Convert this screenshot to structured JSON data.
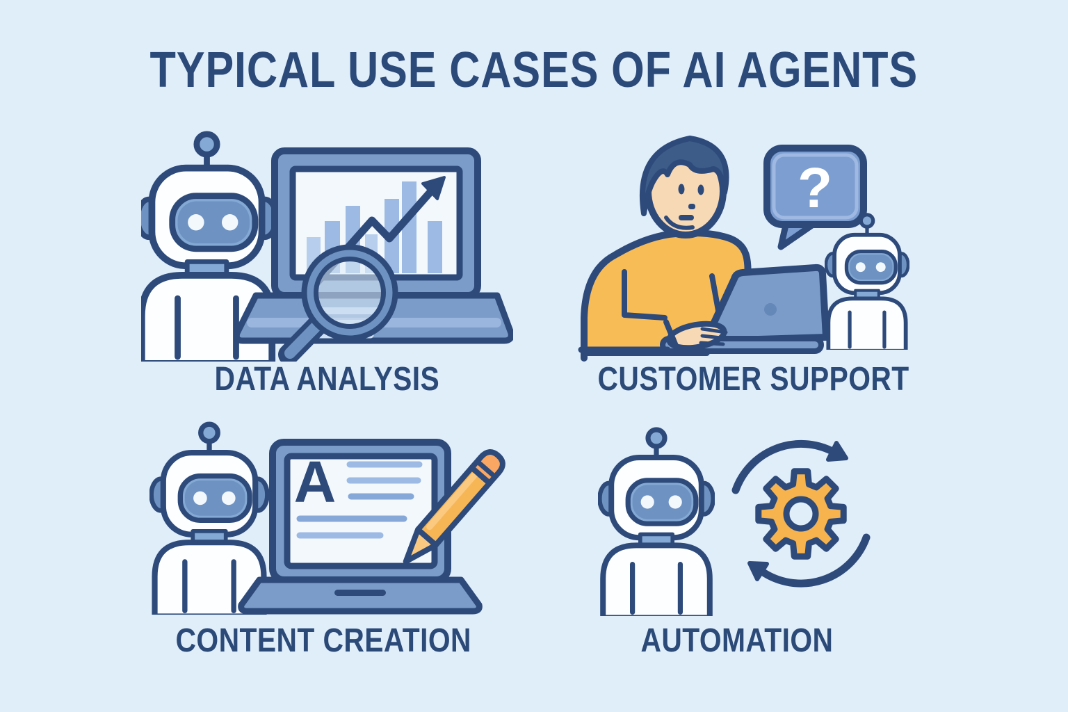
{
  "title": "TYPICAL USE CASES OF AI AGENTS",
  "colors": {
    "background": "#e0eefa",
    "outline_navy": "#2d4a7a",
    "text_navy": "#2c4a78",
    "steel_blue": "#7b9cc9",
    "visor_light": "#84a9d4",
    "visor_dark": "#6e93c2",
    "bar_blue": "#9cbae3",
    "bar_blue_light": "#b7cfec",
    "robot_white": "#fcfeff",
    "screen_white": "#f3f8fd",
    "amber": "#f7b656",
    "pencil_light": "#fbca80",
    "eraser_peach": "#faa763",
    "gear_orange": "#f7b44e",
    "skin": "#f8d9b5",
    "hair_navy": "#3d5c88",
    "bubble_blue": "#7d9ed1"
  },
  "quadrants": [
    {
      "id": "data-analysis",
      "label": "DATA ANALYSIS",
      "icons": [
        "robot-icon",
        "laptop-icon",
        "bar-chart-icon",
        "trend-arrow-icon",
        "magnifier-icon"
      ]
    },
    {
      "id": "customer-support",
      "label": "CUSTOMER SUPPORT",
      "bubble_glyph": "?",
      "icons": [
        "person-icon",
        "question-bubble-icon",
        "laptop-icon",
        "robot-icon"
      ]
    },
    {
      "id": "content-creation",
      "label": "CONTENT CREATION",
      "document_letter": "A",
      "icons": [
        "robot-icon",
        "laptop-icon",
        "document-text-icon",
        "pencil-icon"
      ]
    },
    {
      "id": "automation",
      "label": "AUTOMATION",
      "icons": [
        "robot-icon",
        "gear-icon",
        "cycle-arrows-icon"
      ]
    }
  ]
}
